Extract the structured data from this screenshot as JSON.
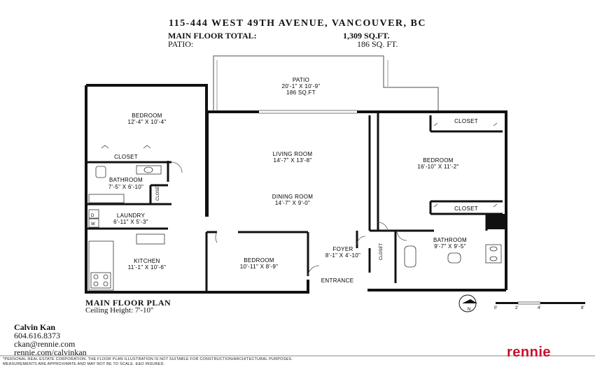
{
  "header": {
    "address": "115-444 WEST 49TH AVENUE, VANCOUVER, BC",
    "main_floor_label": "MAIN FLOOR TOTAL:",
    "main_floor_value": "1,309 SQ.FT.",
    "patio_label": "PATIO:",
    "patio_value": "186 SQ. FT."
  },
  "rooms": {
    "patio": {
      "name": "PATIO",
      "dims": "20'-1\" X 10'-9\"",
      "area": "186 SQ.FT"
    },
    "bedroom_nw": {
      "name": "BEDROOM",
      "dims": "12'-4\" X 10'-4\""
    },
    "closet_nw": {
      "name": "CLOSET"
    },
    "bathroom_w": {
      "name": "BATHROOM",
      "dims": "7'-5\" X 6'-10\""
    },
    "closet_small": {
      "name": "CLOSET"
    },
    "laundry": {
      "name": "LAUNDRY",
      "dims": "6'-11\" X 5'-3\"",
      "d": "D",
      "w": "W"
    },
    "kitchen": {
      "name": "KITCHEN",
      "dims": "11'-1\" X 10'-6\""
    },
    "living": {
      "name": "LIVING ROOM",
      "dims": "14'-7\" X 13'-8\""
    },
    "dining": {
      "name": "DINING ROOM",
      "dims": "14'-7\" X 9'-0\""
    },
    "bedroom_s": {
      "name": "BEDROOM",
      "dims": "10'-11\" X 8'-9\""
    },
    "foyer": {
      "name": "FOYER",
      "dims": "8'-1\" X 4'-10\""
    },
    "closet_foyer": {
      "name": "CLOSET"
    },
    "entrance": {
      "name": "ENTRANCE"
    },
    "bedroom_e": {
      "name": "BEDROOM",
      "dims": "16'-10\" X 11'-2\""
    },
    "closet_e_top": {
      "name": "CLOSET"
    },
    "closet_e_bottom": {
      "name": "CLOSET"
    },
    "bathroom_e": {
      "name": "BATHROOM",
      "dims": "9'-7\" X 9'-5\""
    }
  },
  "footer": {
    "plan_title": "MAIN FLOOR PLAN",
    "ceiling": "Ceiling Height: 7'-10''",
    "compass": "N",
    "scale_ticks": [
      "0'",
      "2'",
      "4'",
      "8'"
    ]
  },
  "contact": {
    "name": "Calvin Kan",
    "phone": "604.616.8373",
    "email": "ckan@rennie.com",
    "web": "rennie.com/calvinkan"
  },
  "disclaimer": {
    "line1": "*PERSONAL REAL ESTATE CORPORATION. THE FLOOR PLAN ILLUSTRATION IS NOT SUITABLE FOR CONSTRUCTION/ARCHITECTURAL PURPOSES.",
    "line2": "MEASUREMENTS ARE APPROXIMATE AND MAY NOT BE TO SCALE. E&O INSURED."
  },
  "brand": {
    "logo": "rennie",
    "color": "#c8102e"
  }
}
